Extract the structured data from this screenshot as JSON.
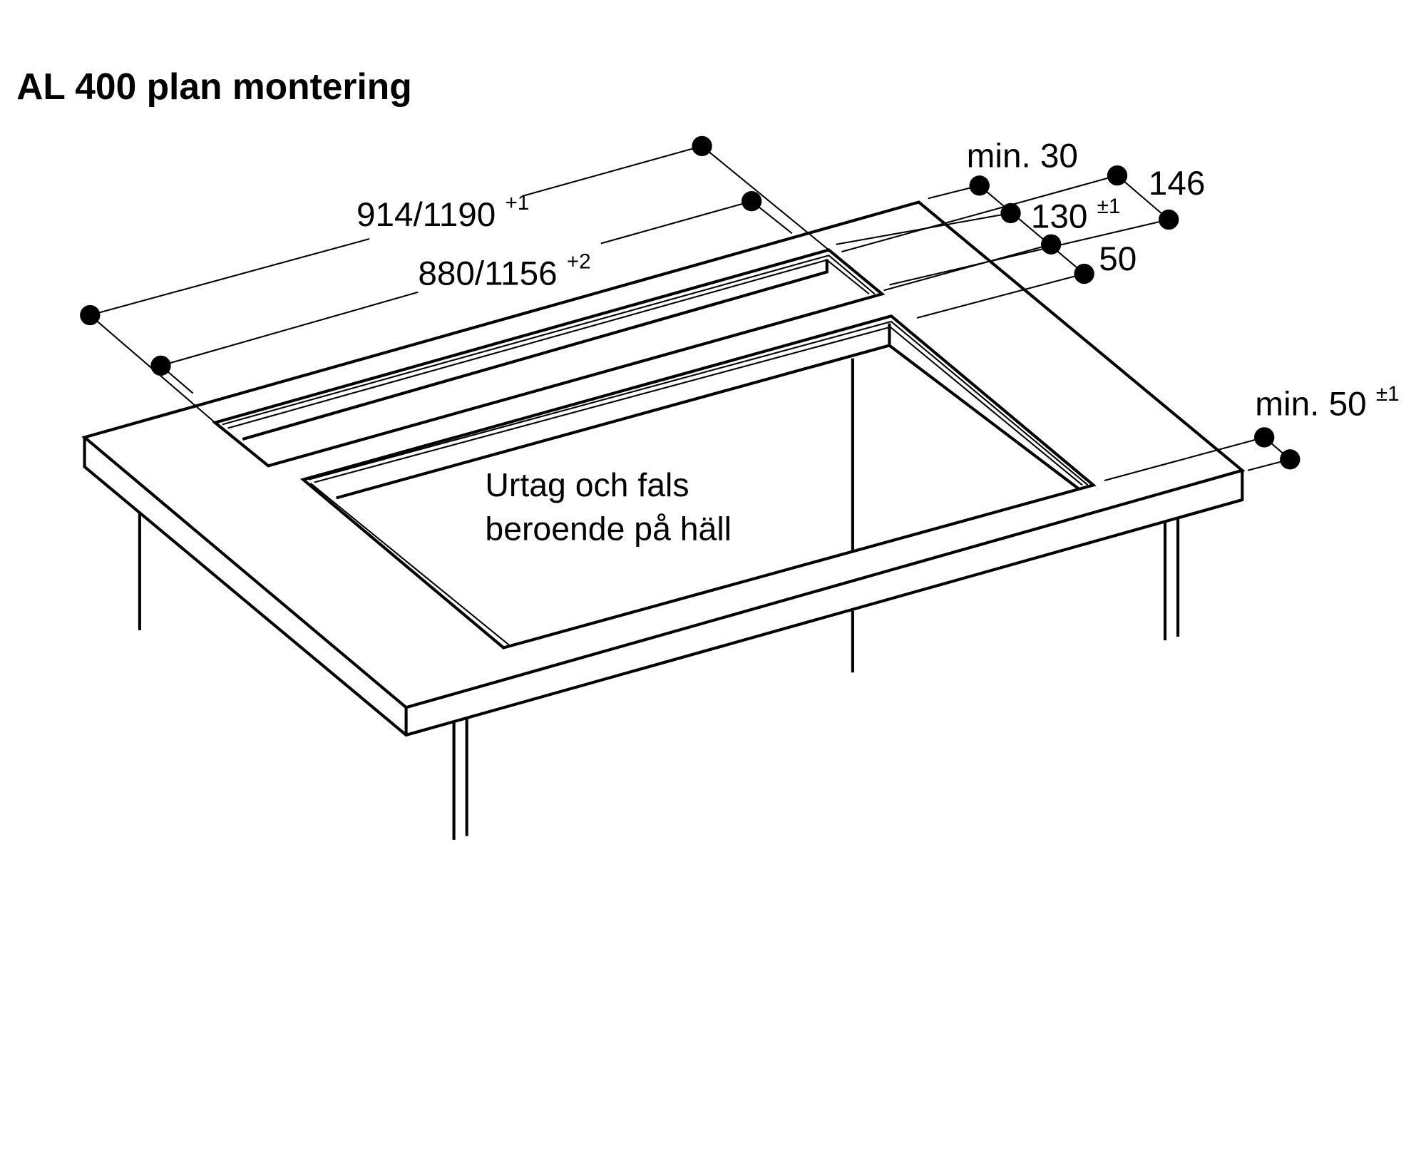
{
  "title": "AL 400 plan montering",
  "dimensions": {
    "overall_length": {
      "value": "914/1190",
      "tolerance": "+1"
    },
    "cutout_length": {
      "value": "880/1156",
      "tolerance": "+2"
    },
    "back_min": {
      "value": "min. 30"
    },
    "depth_total": {
      "value": "146"
    },
    "strip_depth": {
      "value": "130",
      "tolerance": "±1"
    },
    "gap": {
      "value": "50"
    },
    "front_min": {
      "value": "min. 50",
      "tolerance": "±1"
    }
  },
  "cutout_note": {
    "line1": "Urtag och fals",
    "line2": "beroende på häll"
  }
}
